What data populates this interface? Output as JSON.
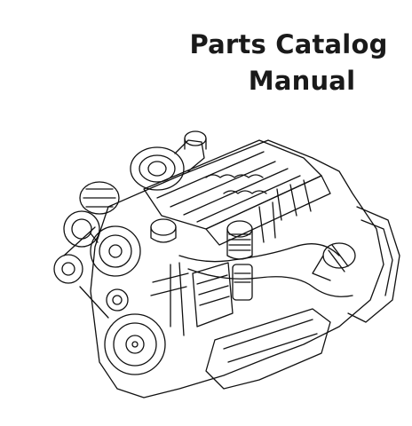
{
  "cover": {
    "title_line1": "Parts Catalog",
    "title_line2": "Manual"
  },
  "illustration": {
    "subject": "engine-line-drawing",
    "stroke_color": "#111111",
    "background_color": "#ffffff"
  }
}
